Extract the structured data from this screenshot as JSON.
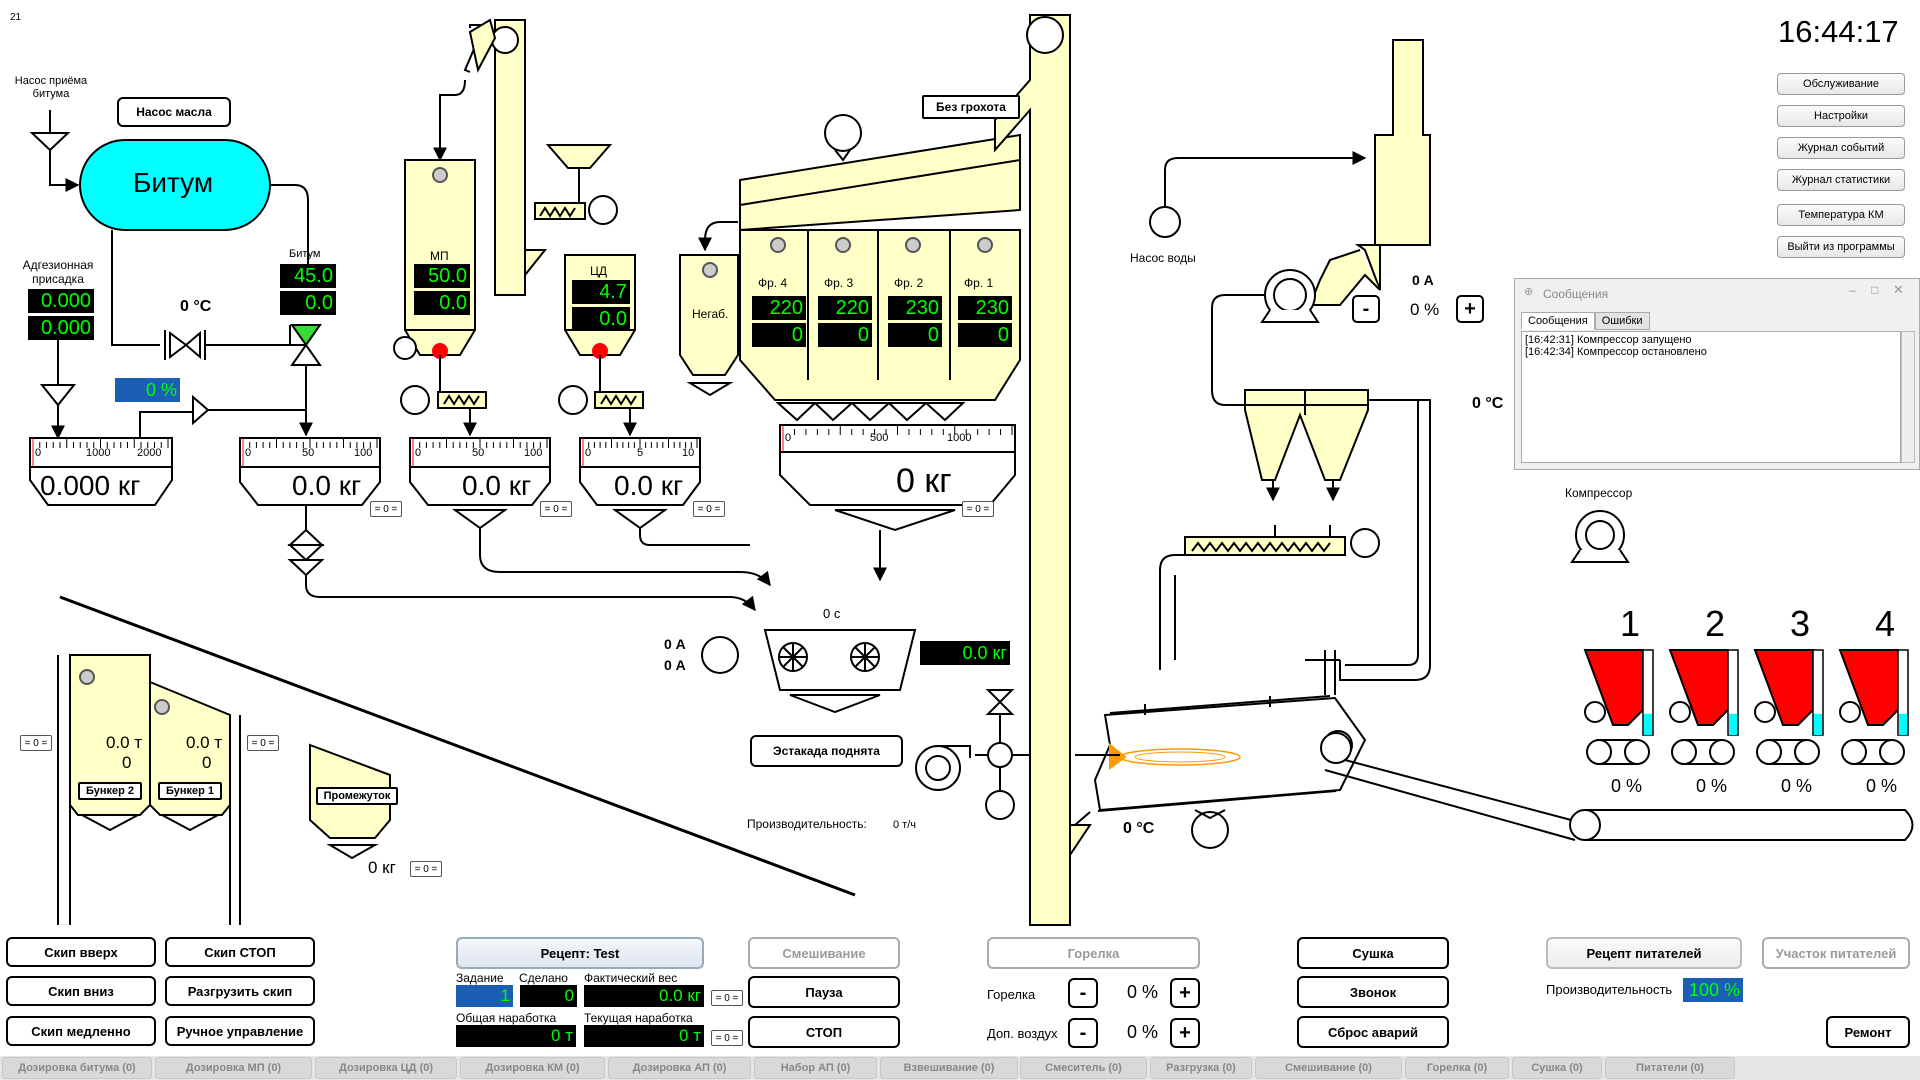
{
  "corner_id": "21",
  "clock": "16:44:17",
  "colors": {
    "hopper": "#ffffc8",
    "bitumen": "#00ffff",
    "lcd_text": "#00ff00",
    "red": "#ff0000",
    "accent_blue": "#1a5fb4"
  },
  "menu": [
    {
      "label": "Обслуживание"
    },
    {
      "label": "Настройки"
    },
    {
      "label": "Журнал событий"
    },
    {
      "label": "Журнал статистики"
    },
    {
      "label": "Температура КМ"
    },
    {
      "label": "Выйти из программы"
    }
  ],
  "messages": {
    "title": "Сообщения",
    "tabs": [
      "Сообщения",
      "Ошибки"
    ],
    "lines": [
      "[16:42:31] Компрессор запущено",
      "[16:42:34] Компрессор остановлено"
    ]
  },
  "bitumen": {
    "pump_label": "Насос приёма битума",
    "oil_pump": "Насос масла",
    "tank": "Битум",
    "temp": "0 °C",
    "label": "Битум",
    "set": "45.0",
    "act": "0.0",
    "scale_ticks": [
      "0",
      "50",
      "100"
    ],
    "weight": "0.0 кг",
    "eq": "= 0 ="
  },
  "additive": {
    "label": "Адгезионная присадка",
    "set": "0.000",
    "act": "0.000",
    "percent": "0 %",
    "scale_ticks": [
      "0",
      "1000",
      "2000"
    ],
    "weight": "0.000 кг"
  },
  "mp": {
    "label": "МП",
    "set": "50.0",
    "act": "0.0",
    "scale_ticks": [
      "0",
      "50",
      "100"
    ],
    "weight": "0.0 кг",
    "eq": "= 0 ="
  },
  "cd": {
    "label": "ЦД",
    "set": "4.7",
    "act": "0.0",
    "scale_ticks": [
      "0",
      "5",
      "10"
    ],
    "weight": "0.0 кг",
    "eq": "= 0 ="
  },
  "screen": {
    "bez_grohota": "Без грохота",
    "negab": "Негаб.",
    "fractions": [
      {
        "label": "Фр. 4",
        "set": "220",
        "act": "0"
      },
      {
        "label": "Фр. 3",
        "set": "220",
        "act": "0"
      },
      {
        "label": "Фр. 2",
        "set": "230",
        "act": "0"
      },
      {
        "label": "Фр. 1",
        "set": "230",
        "act": "0"
      }
    ],
    "scale_ticks": [
      "0",
      "500",
      "1000"
    ],
    "weight": "0 кг",
    "eq": "= 0 ="
  },
  "mixer": {
    "amp1": "0 А",
    "amp2": "0 А",
    "time": "0 с",
    "weight": "0.0 кг"
  },
  "estakada": "Эстакада поднята",
  "productivity": {
    "label": "Производительность:",
    "value": "0 т/ч"
  },
  "dryer": {
    "water_pump": "Насос воды",
    "amp": "0 А",
    "percent": "0 %",
    "temp_filter": "0 °C",
    "temp_burner": "0 °C",
    "compressor": "Компрессор"
  },
  "feeders": [
    {
      "num": "1",
      "percent": "0 %",
      "fill": 0.25
    },
    {
      "num": "2",
      "percent": "0 %",
      "fill": 0.25
    },
    {
      "num": "3",
      "percent": "0 %",
      "fill": 0.25
    },
    {
      "num": "4",
      "percent": "0 %",
      "fill": 0.25
    }
  ],
  "bunkers": {
    "b2": {
      "label": "Бункер 2",
      "w": "0.0 т",
      "n": "0"
    },
    "b1": {
      "label": "Бункер 1",
      "w": "0.0 т",
      "n": "0"
    },
    "eq": "= 0 =",
    "promezhutok": "Промежуток",
    "prom_weight": "0 кг"
  },
  "buttons": {
    "skip_up": "Скип вверх",
    "skip_stop": "Скип СТОП",
    "skip_down": "Скип вниз",
    "unload_skip": "Разгрузить скип",
    "skip_slow": "Скип медленно",
    "manual": "Ручное управление",
    "recipe": "Рецепт: Test",
    "mixing": "Смешивание",
    "pause": "Пауза",
    "stop": "СТОП",
    "burner": "Горелка",
    "drying": "Сушка",
    "bell": "Звонок",
    "reset": "Сброс аварий",
    "feeder_recipe": "Рецепт питателей",
    "feeder_section": "Участок питателей",
    "repair": "Ремонт"
  },
  "recipe_panel": {
    "task_label": "Задание",
    "task": "1",
    "done_label": "Сделано",
    "done": "0",
    "actual_label": "Фактический вес",
    "actual": "0.0 кг",
    "total_label": "Общая наработка",
    "total": "0 т",
    "current_label": "Текущая наработка",
    "current": "0 т",
    "eq": "= 0 ="
  },
  "burner_panel": {
    "burner_label": "Горелка",
    "burner_val": "0 %",
    "air_label": "Доп. воздух",
    "air_val": "0 %"
  },
  "feeder_prod": {
    "label": "Производительность",
    "value": "100 %"
  },
  "tabs": [
    "Дозировка битума (0)",
    "Дозировка МП (0)",
    "Дозировка ЦД (0)",
    "Дозировка КМ (0)",
    "Дозировка АП (0)",
    "Набор АП (0)",
    "Взвешивание (0)",
    "Смеситель (0)",
    "Разгрузка (0)",
    "Смешивание (0)",
    "Горелка (0)",
    "Сушка (0)",
    "Питатели (0)"
  ]
}
